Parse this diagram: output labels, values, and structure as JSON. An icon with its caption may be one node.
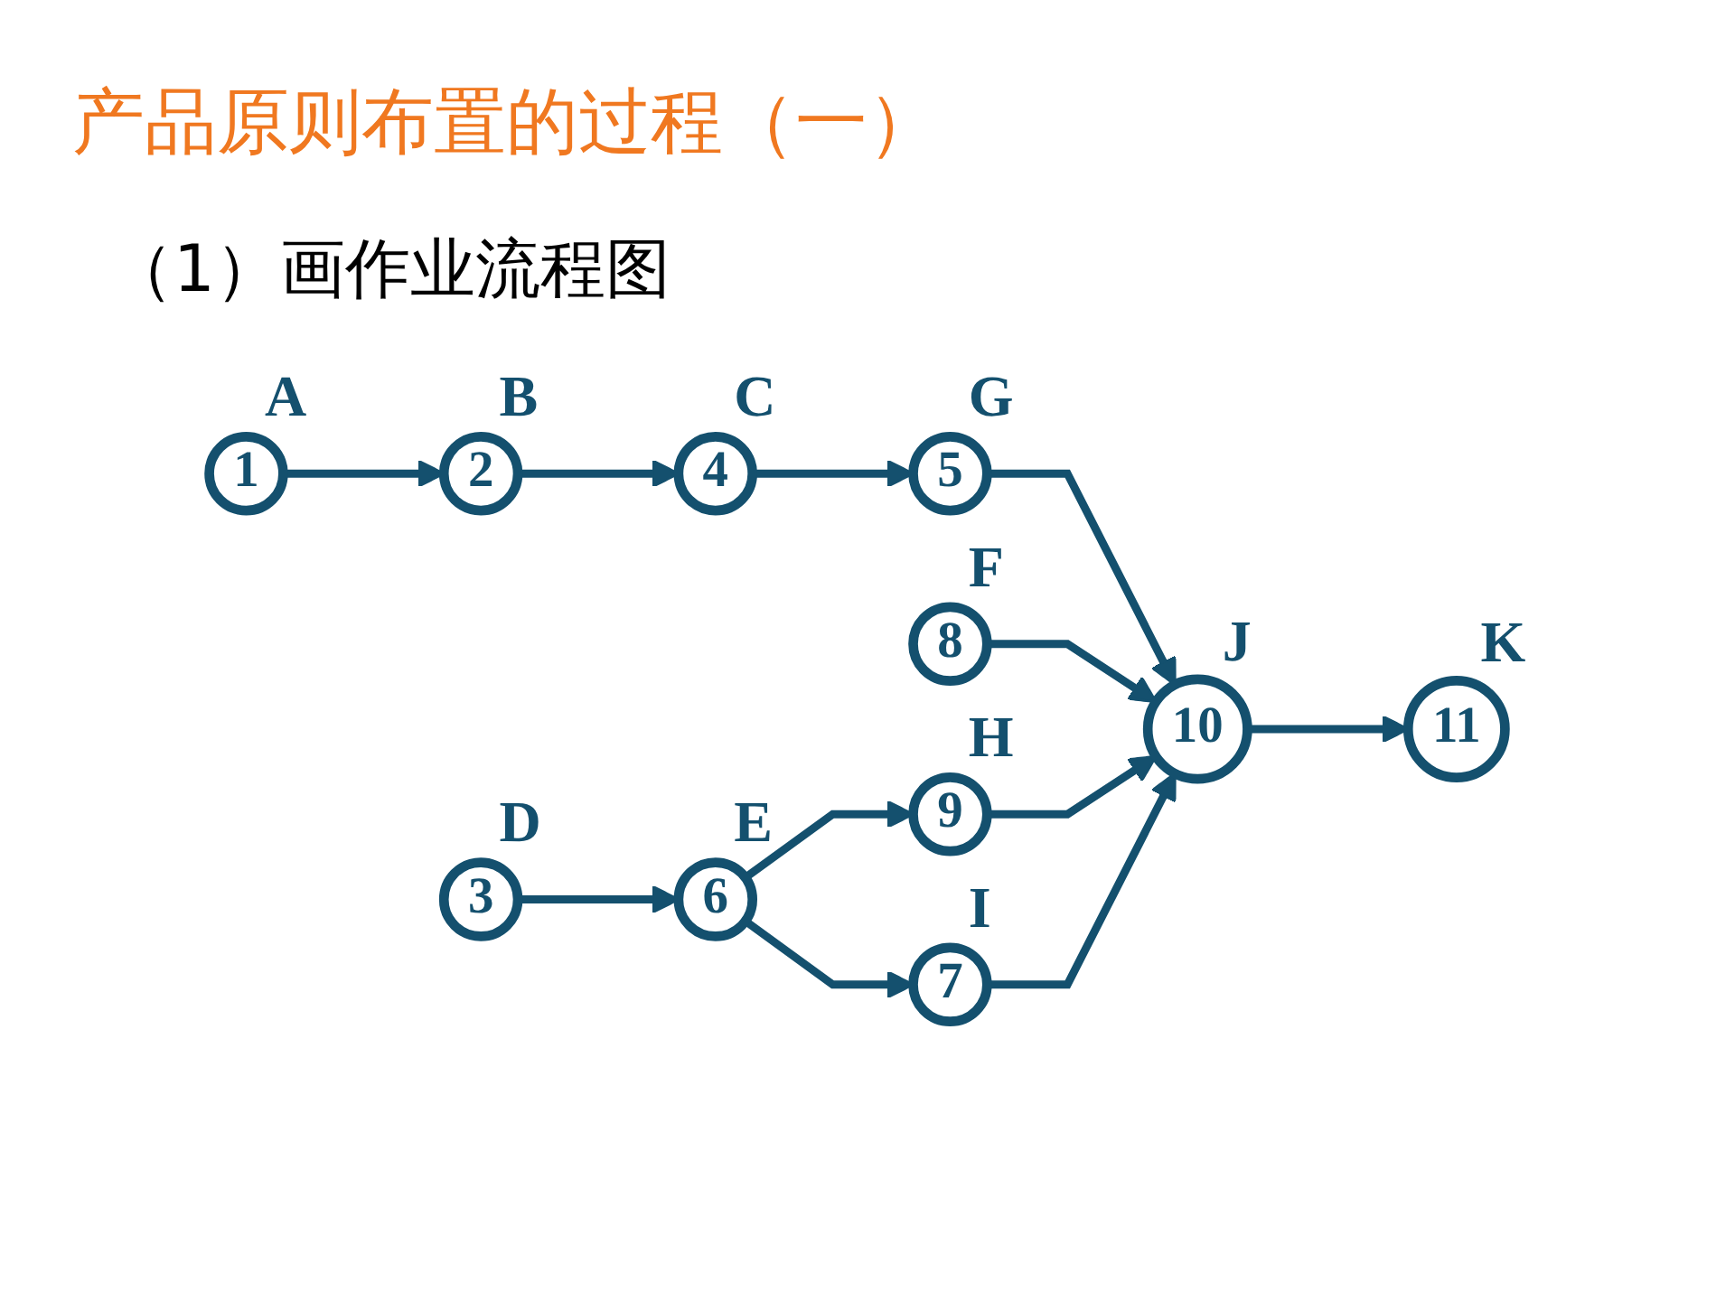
{
  "diagram": {
    "title": "产品原则布置的过程（一）",
    "nodes": [
      {
        "text": [
          "1"
        ],
        "beside": [
          "A"
        ]
      },
      {
        "text": [
          "2"
        ],
        "beside": [
          "B"
        ]
      },
      {
        "text": [
          "3"
        ],
        "beside": [
          "D"
        ]
      },
      {
        "text": [
          "4"
        ],
        "beside": [
          "C"
        ]
      },
      {
        "text": [
          "5"
        ],
        "beside": [
          "G"
        ]
      },
      {
        "text": [
          "6"
        ],
        "beside": [
          "E"
        ]
      },
      {
        "text": [
          "7"
        ],
        "beside": [
          "I"
        ]
      },
      {
        "text": [
          "8"
        ],
        "beside": [
          "F"
        ]
      },
      {
        "text": [
          "9"
        ],
        "beside": [
          "H"
        ]
      },
      {
        "text": [
          "10"
        ],
        "beside": [
          "J"
        ]
      },
      {
        "text": [
          "11"
        ],
        "beside": [
          "K"
        ]
      }
    ],
    "edges": [
      {
        "from": 0,
        "to": 1,
        "arrow": "to"
      },
      {
        "from": 1,
        "to": 3,
        "arrow": "to"
      },
      {
        "from": 3,
        "to": 4,
        "arrow": "to"
      },
      {
        "from": 4,
        "to": 9,
        "arrow": "to"
      },
      {
        "from": 7,
        "to": 9,
        "arrow": "to"
      },
      {
        "from": 2,
        "to": 5,
        "arrow": "to"
      },
      {
        "from": 5,
        "to": 8,
        "arrow": "to"
      },
      {
        "from": 5,
        "to": 6,
        "arrow": "to"
      },
      {
        "from": 8,
        "to": 9,
        "arrow": "to"
      },
      {
        "from": 6,
        "to": 9,
        "arrow": "to"
      },
      {
        "from": 9,
        "to": 10,
        "arrow": "to"
      }
    ],
    "labels": [
      "（1）画作业流程图"
    ]
  }
}
